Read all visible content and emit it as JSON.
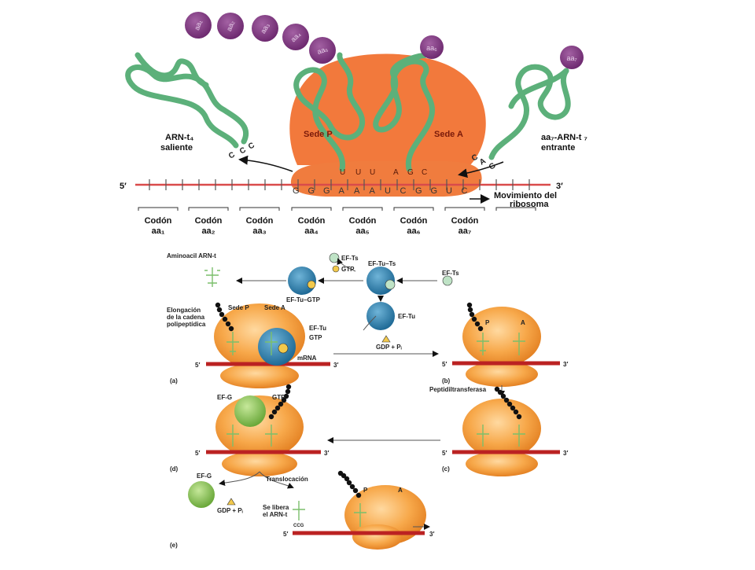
{
  "top": {
    "amino_acids_chain": [
      "aa₁",
      "aa₂",
      "aa₃",
      "aa₄",
      "aa₅"
    ],
    "aa6": "aa₆",
    "aa7": "aa₇",
    "site_p": "Sede P",
    "site_a": "Sede A",
    "trna_out_line1": "ARN-t₄",
    "trna_out_line2": "saliente",
    "trna_in_line1": "aa₇-ARN-t ₇",
    "trna_in_line2": "entrante",
    "five_prime": "5′",
    "three_prime": "3′",
    "anticodon_out": [
      "C",
      "C",
      "C"
    ],
    "anticodon_p": [
      "U",
      "U",
      "U"
    ],
    "anticodon_a": [
      "A",
      "G",
      "C"
    ],
    "anticodon_in": [
      "C",
      "A",
      "G"
    ],
    "mrna_bases": [
      "G",
      "G",
      "G",
      "A",
      "A",
      "A",
      "U",
      "C",
      "G",
      "G",
      "U",
      "C"
    ],
    "movement_line1": "Movimiento del",
    "movement_line2": "ribosoma",
    "codon_word": "Codón",
    "codons": [
      "aa₁",
      "aa₂",
      "aa₃",
      "aa₄",
      "aa₅",
      "aa₆",
      "aa₇"
    ]
  },
  "bottom": {
    "aminoacil": "Aminoacil ARN-t",
    "ef_ts_top": "EF-Ts",
    "gtp_top": "GTP",
    "ef_tu_ts": "EF-Tu–Ts",
    "ef_ts_right": "EF-Ts",
    "ef_tu_gtp": "EF-Tu–GTP",
    "ef_tu": "EF-Tu",
    "gdp_pi": "GDP + Pᵢ",
    "elongation": [
      "Elongación",
      "de la cadena",
      "polipeptídica"
    ],
    "sede_p": "Sede P",
    "sede_a": "Sede A",
    "ef_tu_panel": "EF-Tu",
    "gtp_panel": "GTP",
    "mrna": "mRNA",
    "p": "P",
    "a": "A",
    "peptidil": "Peptidiltransferasa",
    "ef_g": "EF-G",
    "gtp_d": "GTP",
    "translocacion": "Translocación",
    "ef_g_e": "EF-G",
    "gdp_pi_e": "GDP + Pᵢ",
    "se_libera": [
      "Se libera",
      "el ARN-t"
    ],
    "ccg": "CCG",
    "fig_labels": [
      "(a)",
      "(b)",
      "(c)",
      "(d)",
      "(e)"
    ],
    "five": "5′",
    "three": "3′"
  }
}
